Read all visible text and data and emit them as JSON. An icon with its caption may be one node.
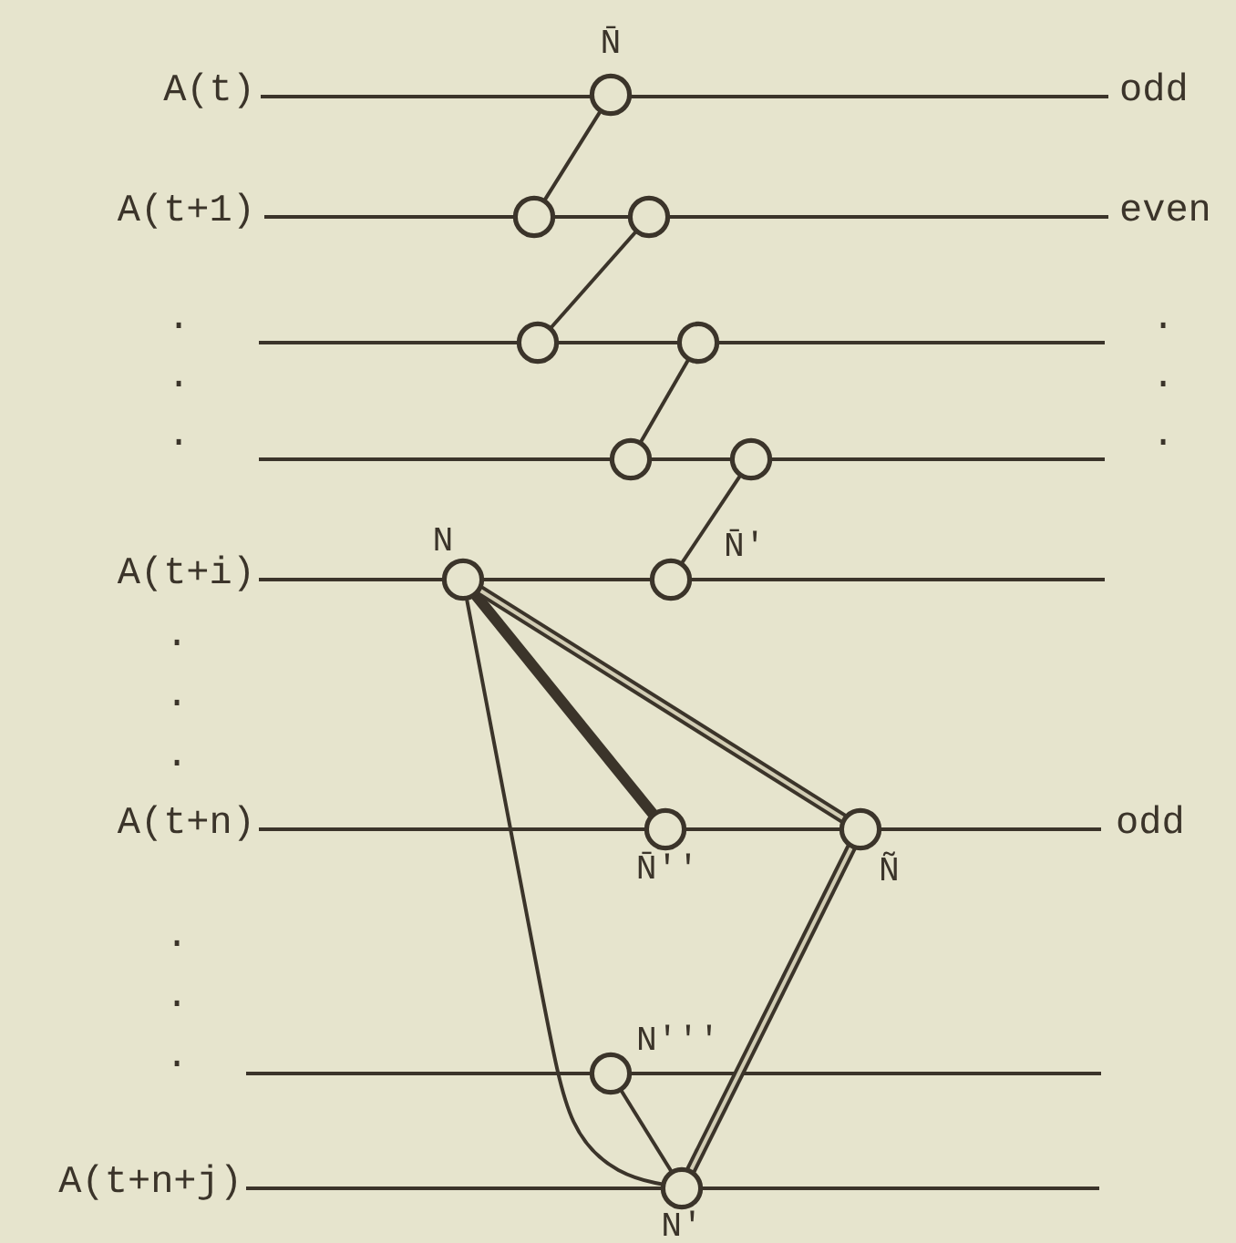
{
  "diagram": {
    "nodes": [
      {
        "text": [],
        "shape": "circle",
        "beside": [
          "N̄"
        ]
      },
      {
        "text": [],
        "shape": "circle"
      },
      {
        "text": [],
        "shape": "circle"
      },
      {
        "text": [],
        "shape": "circle"
      },
      {
        "text": [],
        "shape": "circle"
      },
      {
        "text": [],
        "shape": "circle"
      },
      {
        "text": [],
        "shape": "circle"
      },
      {
        "text": [],
        "shape": "circle",
        "beside": [
          "N̄'"
        ]
      },
      {
        "text": [],
        "shape": "circle",
        "beside": [
          "N"
        ]
      },
      {
        "text": [],
        "shape": "circle",
        "beside": [
          "N̄''"
        ]
      },
      {
        "text": [],
        "shape": "circle",
        "beside": [
          "Ñ"
        ]
      },
      {
        "text": [],
        "shape": "circle",
        "beside": [
          "N'''"
        ]
      },
      {
        "text": [],
        "shape": "circle",
        "beside": [
          "N'"
        ]
      }
    ],
    "edges": [
      {
        "from": 0,
        "to": 1,
        "arrow": "none"
      },
      {
        "from": 2,
        "to": 3,
        "arrow": "none"
      },
      {
        "from": 4,
        "to": 5,
        "arrow": "none"
      },
      {
        "from": 6,
        "to": 7,
        "arrow": "none"
      },
      {
        "from": 8,
        "to": 9,
        "arrow": "none",
        "style": "thick"
      },
      {
        "from": 8,
        "to": 10,
        "arrow": "none",
        "style": "thick"
      },
      {
        "from": 10,
        "to": 12,
        "arrow": "none",
        "style": "thick"
      },
      {
        "from": 11,
        "to": 12,
        "arrow": "none"
      },
      {
        "from": 8,
        "to": 12,
        "arrow": "none"
      }
    ],
    "labels": [
      "A(t)",
      "odd",
      "A(t+1)",
      "even",
      ".",
      ".",
      ".",
      ".",
      ".",
      ".",
      "A(t+i)",
      ".",
      ".",
      ".",
      "A(t+n)",
      "odd",
      ".",
      ".",
      ".",
      "A(t+n+j)"
    ]
  }
}
